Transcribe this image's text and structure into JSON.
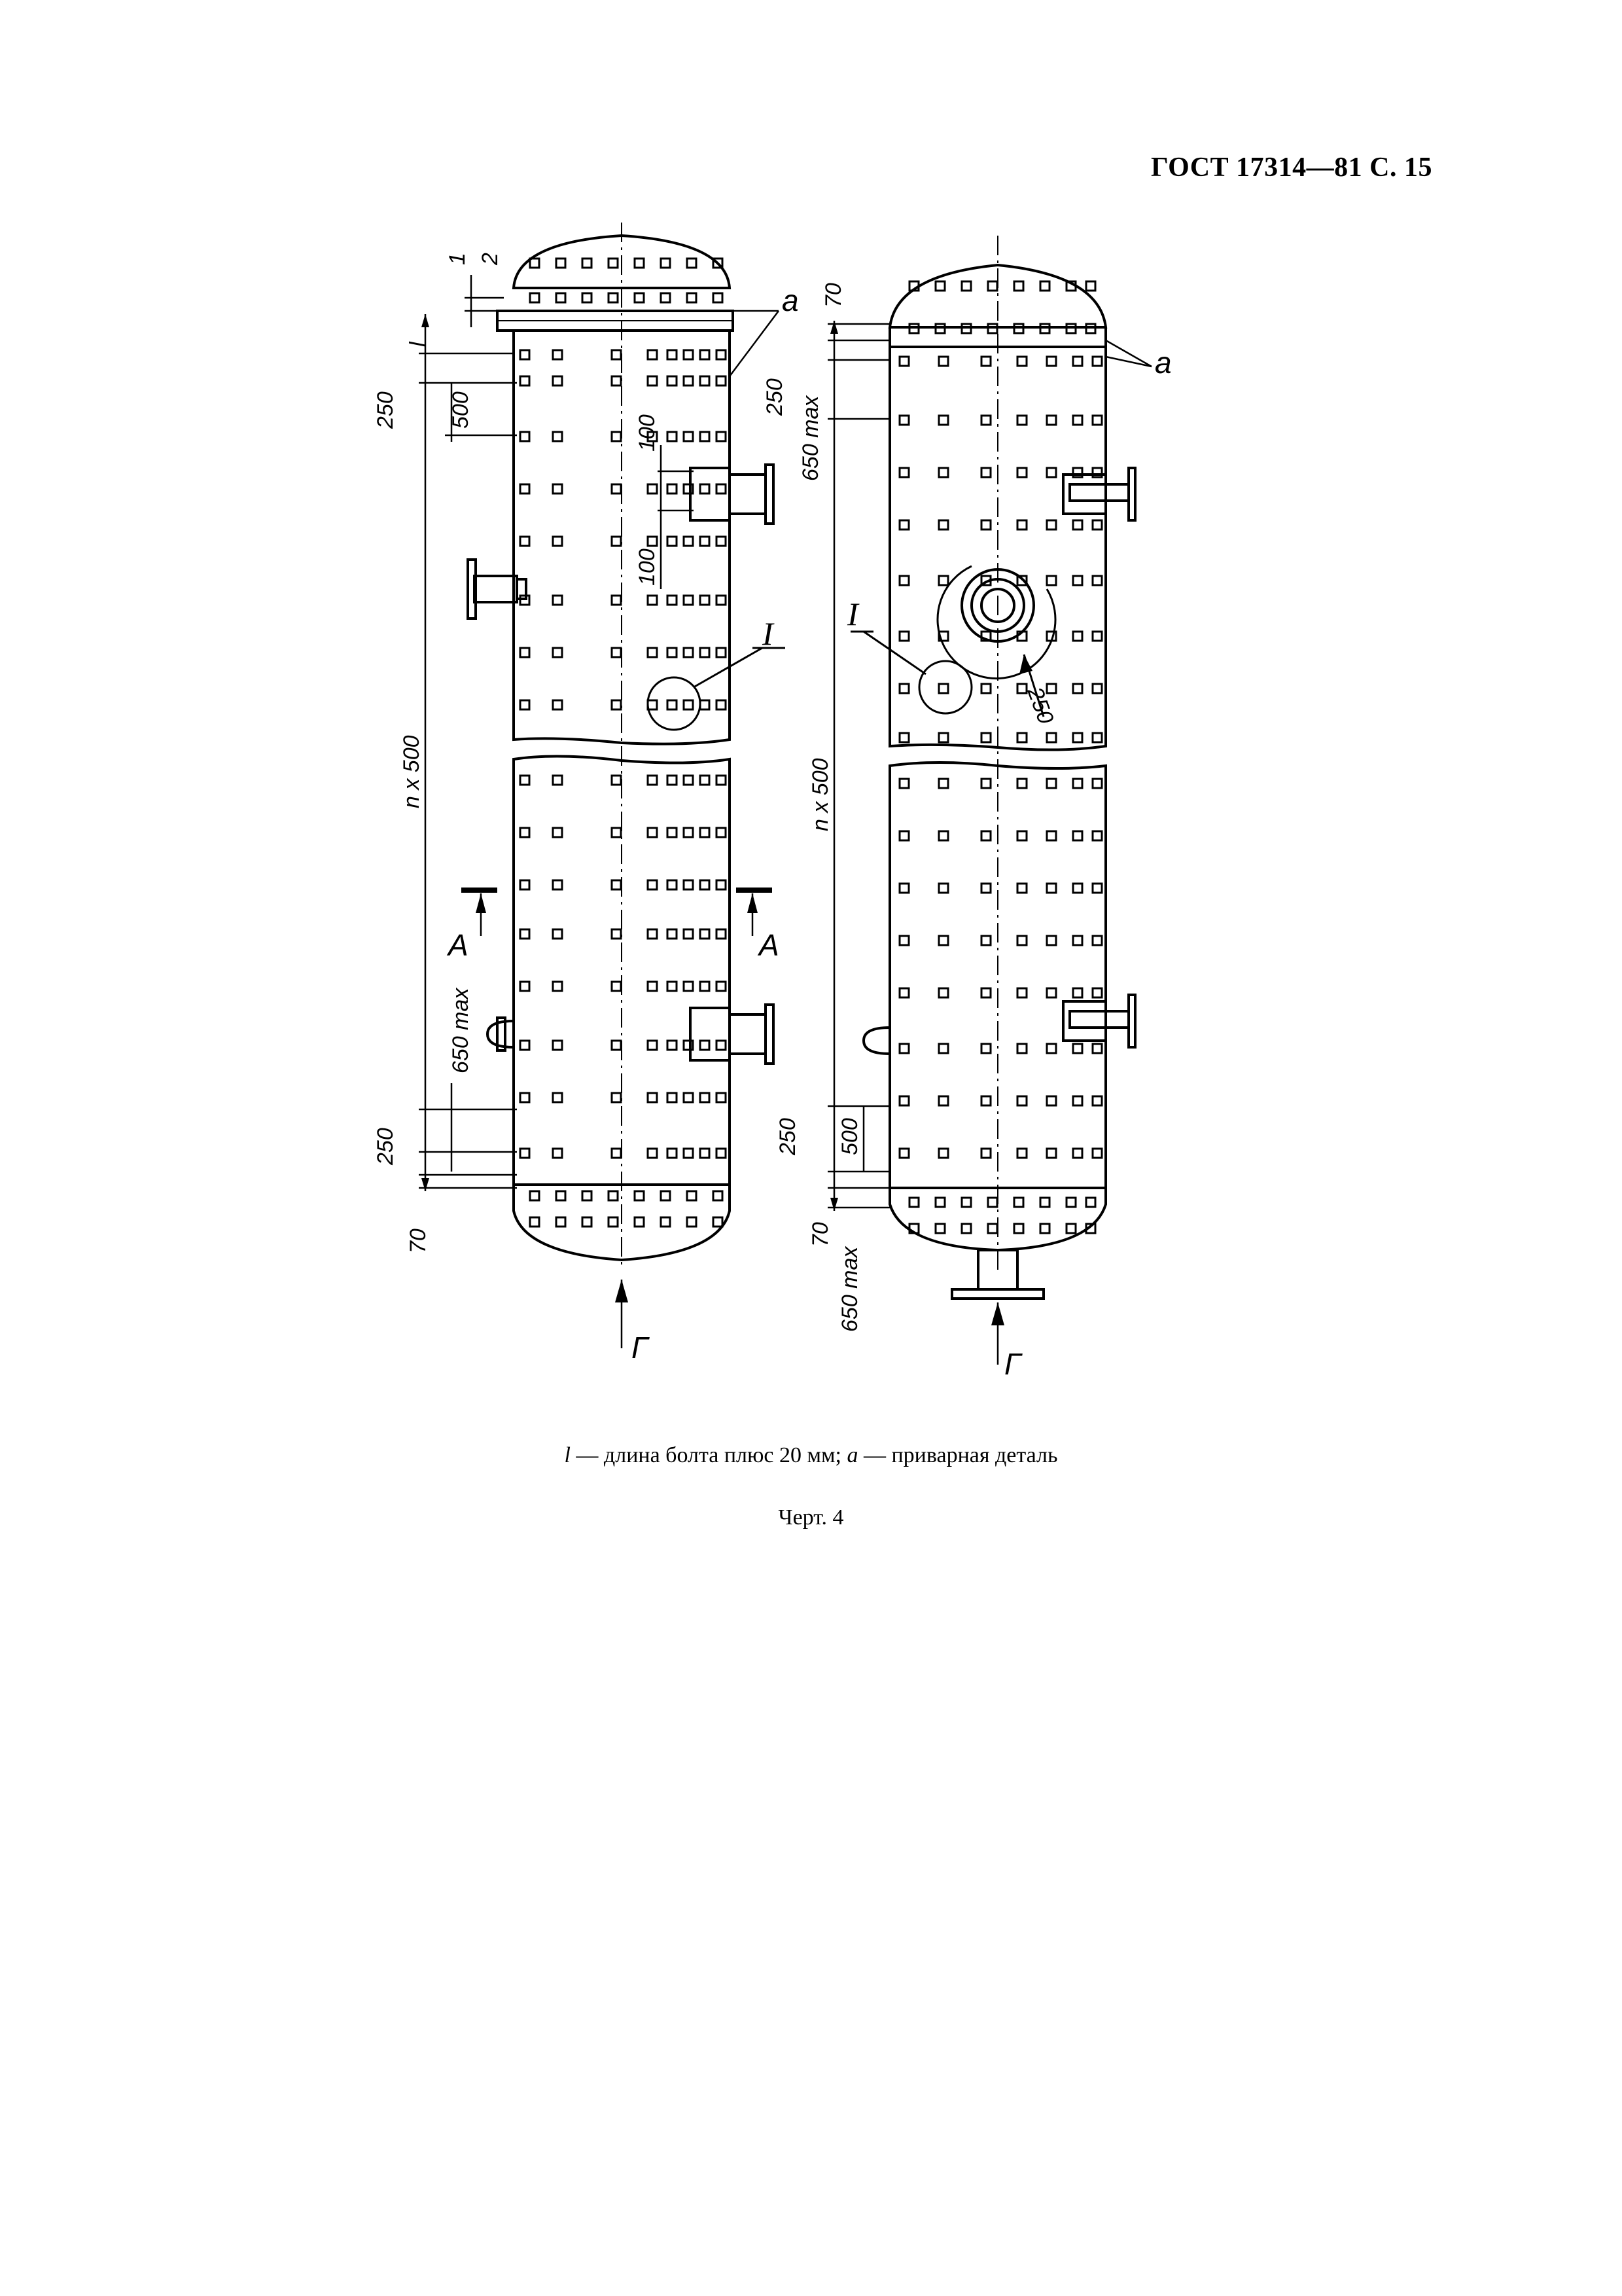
{
  "header": {
    "standard": "ГОСТ 17314—81 С. 15"
  },
  "drawing": {
    "left_view": {
      "dims": {
        "d_1": "1",
        "d_2": "2",
        "d_l": "l",
        "d_250_top": "250",
        "d_500_top": "500",
        "d_100_a": "100",
        "d_100_b": "100",
        "d_nx500": "n x 500",
        "d_650max": "650 max",
        "d_250_bot": "250",
        "d_70_bot": "70"
      },
      "labels": {
        "a": "a",
        "I": "I",
        "A_left": "A",
        "A_right": "A",
        "G": "Г"
      }
    },
    "right_view": {
      "dims": {
        "d_70_top": "70",
        "d_250_top": "250",
        "d_650max_top": "650 max",
        "d_nx500": "n x 500",
        "d_250_bot": "250",
        "d_500_bot": "500",
        "d_70_bot": "70",
        "d_650max_bot": "650 max",
        "d_250_hole": "250"
      },
      "labels": {
        "a": "a",
        "I": "I",
        "G": "Г"
      }
    }
  },
  "caption": {
    "l_symbol": "l",
    "l_text": " — длина болта плюс 20 мм; ",
    "a_symbol": "a",
    "a_text": " — приварная деталь"
  },
  "figure_label": "Черт. 4"
}
